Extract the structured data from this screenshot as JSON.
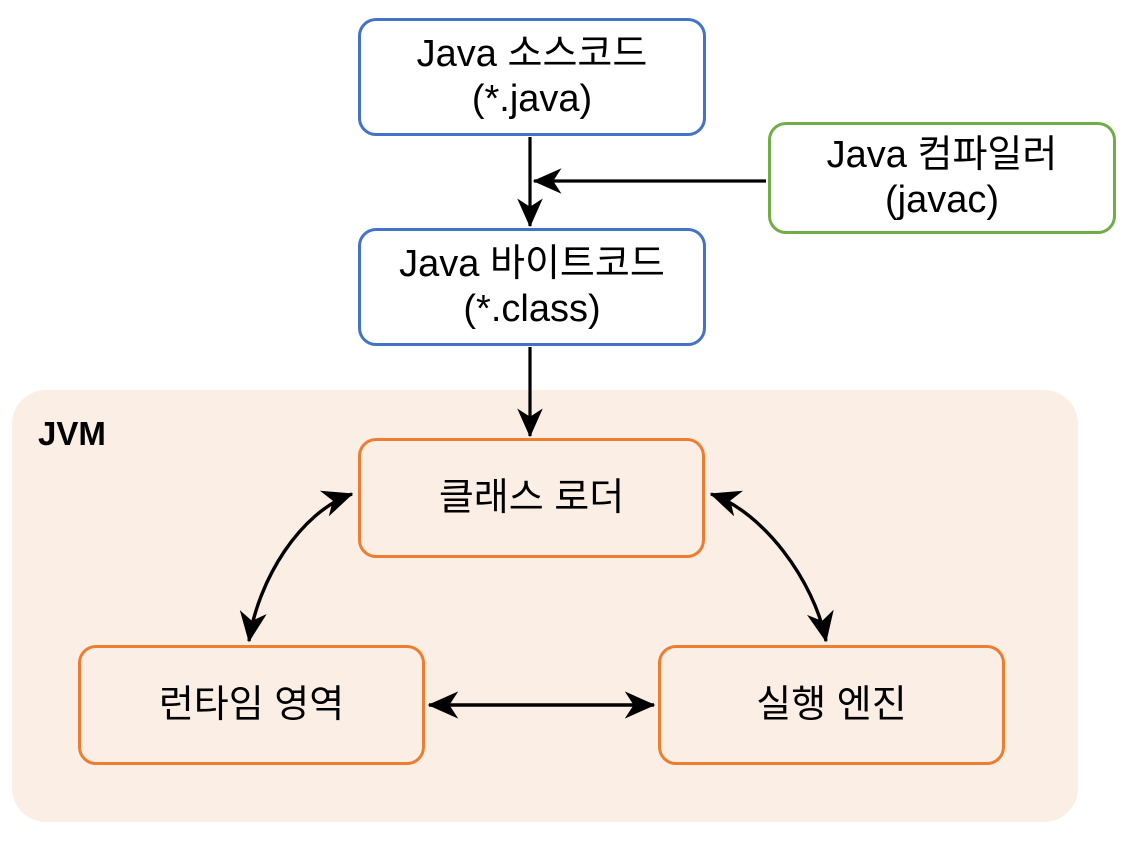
{
  "diagram": {
    "title": "Java compilation and JVM execution flow",
    "colors": {
      "blue_border": "#4472C4",
      "green_border": "#70AD47",
      "orange_border": "#ED7D31",
      "jvm_background": "#fbeee4",
      "arrow": "#000000",
      "text": "#000000",
      "page_background": "#ffffff"
    },
    "container": {
      "label": "JVM"
    },
    "nodes": {
      "source": {
        "line1": "Java 소스코드",
        "line2": "(*.java)"
      },
      "compiler": {
        "line1": "Java 컴파일러",
        "line2": "(javac)"
      },
      "bytecode": {
        "line1": "Java 바이트코드",
        "line2": "(*.class)"
      },
      "class_loader": {
        "line1": "클래스 로더",
        "line2": ""
      },
      "runtime_area": {
        "line1": "런타임 영역",
        "line2": ""
      },
      "execution_engine": {
        "line1": "실행 엔진",
        "line2": ""
      }
    },
    "edges": [
      {
        "from": "source",
        "to": "bytecode",
        "style": "straight-vertical",
        "heads": "end"
      },
      {
        "from": "compiler",
        "to": "source-to-bytecode-arrow",
        "style": "straight-horizontal",
        "heads": "end"
      },
      {
        "from": "bytecode",
        "to": "class_loader",
        "style": "straight-vertical",
        "heads": "end"
      },
      {
        "from": "class_loader",
        "to": "runtime_area",
        "style": "curved",
        "heads": "both"
      },
      {
        "from": "class_loader",
        "to": "execution_engine",
        "style": "curved",
        "heads": "both"
      },
      {
        "from": "runtime_area",
        "to": "execution_engine",
        "style": "straight-horizontal",
        "heads": "both"
      }
    ]
  }
}
